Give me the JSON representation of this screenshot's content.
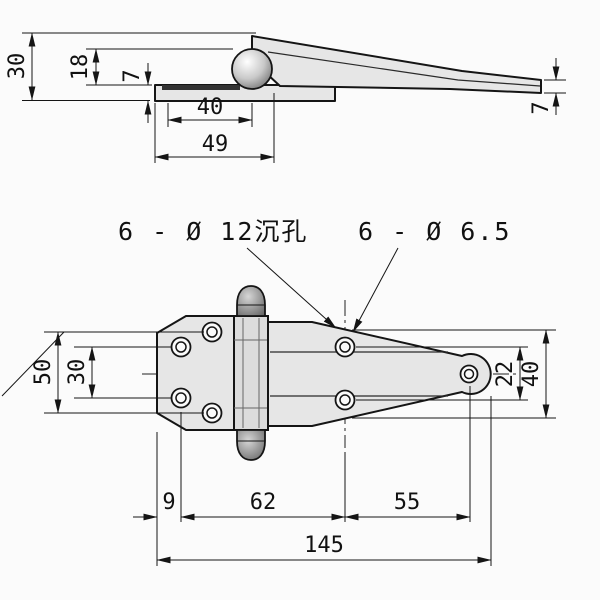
{
  "side": {
    "dim_height": "30",
    "dim_knuckle": "18",
    "dim_thickness_left": "7",
    "dim_40": "40",
    "dim_49": "49",
    "dim_thickness_right": "7"
  },
  "plan": {
    "callout_counterbore": "6 - Ø 12沉孔",
    "callout_through": "6 - Ø 6.5",
    "dim_50": "50",
    "dim_30": "30",
    "dim_22": "22",
    "dim_40": "40",
    "dim_9": "9",
    "dim_62": "62",
    "dim_55": "55",
    "dim_145": "145"
  },
  "colors": {
    "line": "#151515",
    "fill_light": "#e6e6e6",
    "fill_dark": "#6e6e6e",
    "background": "#fbfbfb"
  }
}
